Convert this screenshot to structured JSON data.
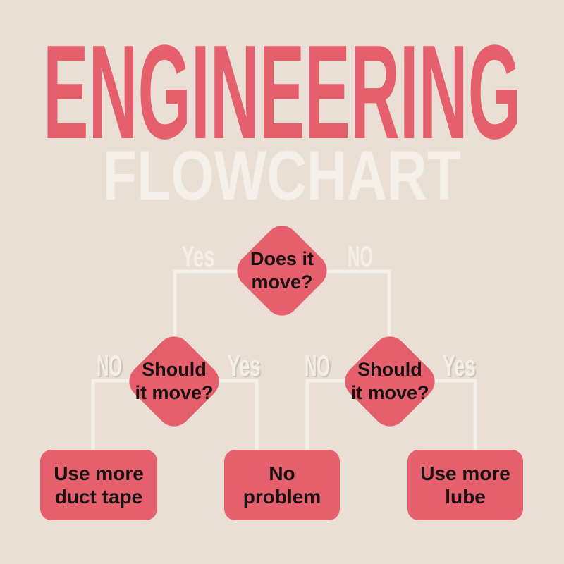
{
  "title": {
    "main": "ENGINEERING",
    "subtitle": "FLOWCHART"
  },
  "colors": {
    "background": "#e9dfd4",
    "accent": "#e5606c",
    "light": "#f4efe8",
    "shadow": "#cdc5ba",
    "ink": "#191111"
  },
  "nodes": {
    "root": {
      "line1": "Does it",
      "line2": "move?"
    },
    "left": {
      "line1": "Should",
      "line2": "it move?"
    },
    "right": {
      "line1": "Should",
      "line2": "it move?"
    }
  },
  "labels": {
    "yes_top": "Yes",
    "no_top": "NO",
    "no_left": "NO",
    "yes_left": "Yes",
    "no_right": "NO",
    "yes_right": "Yes"
  },
  "outcomes": {
    "duct_tape": {
      "line1": "Use more",
      "line2": "duct tape"
    },
    "no_problem": {
      "line1": "No",
      "line2": "problem"
    },
    "lube": {
      "line1": "Use more",
      "line2": "lube"
    }
  }
}
